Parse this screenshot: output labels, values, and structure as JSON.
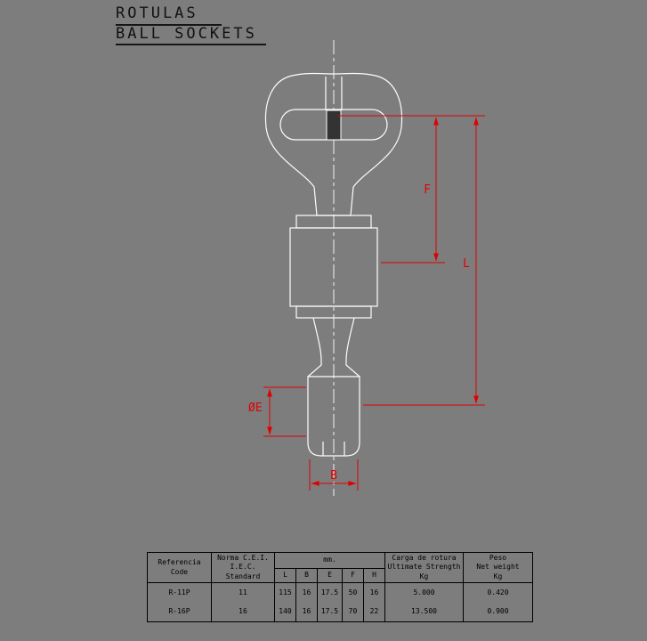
{
  "colors": {
    "background": "#7d7d7d",
    "part_line": "#fdfdfd",
    "dimension_red": "#e10000",
    "table_line": "#000000"
  },
  "title": {
    "line1": "ROTULAS",
    "line2": "BALL SOCKETS"
  },
  "dimensions": {
    "f_label": "F",
    "l_label": "L",
    "e_label": "ØE",
    "b_label": "B"
  },
  "table": {
    "header": {
      "ref": "Referencia\nCode",
      "norma": "Norma C.E.I.\nI.E.C. Standard",
      "mm": "mm.",
      "sub": [
        "L",
        "B",
        "E",
        "F",
        "H"
      ],
      "strength": "Carga de rotura\nUltimate Strength\nKg",
      "weight": "Peso\nNet weight\nKg"
    },
    "rows": [
      {
        "code": "R-11P",
        "norma": "11",
        "l": "115",
        "b": "16",
        "e": "17.5",
        "f": "50",
        "h": "16",
        "strength": "5.000",
        "weight": "0.420"
      },
      {
        "code": "R-16P",
        "norma": "16",
        "l": "140",
        "b": "16",
        "e": "17.5",
        "f": "70",
        "h": "22",
        "strength": "13.500",
        "weight": "0.900"
      }
    ]
  }
}
